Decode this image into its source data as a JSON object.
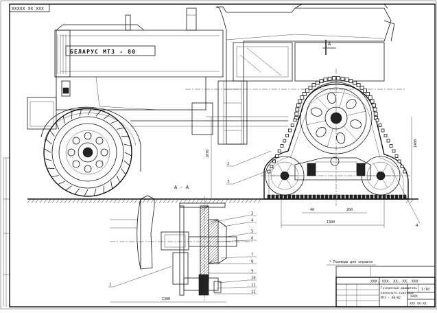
{
  "stamp_top": "ХХХХХ ХХ ХХХ",
  "brand_label": "БЕЛАРУС   МТЗ - 80",
  "section_marker_top": "А",
  "section_title": "А - А",
  "note_text": "* Размеры для справок",
  "callouts_main": [
    "2",
    "3"
  ],
  "callouts_right": "4",
  "callouts_section": [
    "3",
    "4",
    "5",
    "6",
    "7",
    "8",
    "9",
    "10",
    "11",
    "12",
    "1"
  ],
  "dims": {
    "track_len": "1300",
    "sub_a": "40",
    "sub_b": "260",
    "height_left": "1070",
    "height_right": "1400",
    "section_width": "1300"
  },
  "title_block": {
    "code": "ХХХ. ХХХ. ХХ. ХХ. ХХХ",
    "lines": [
      "Гусеничный движитель",
      "колесного трактора",
      "МТЗ - 80/82"
    ],
    "sheet": "1:10",
    "dept": "ХХХХ",
    "org": "ХХХ ХХ-ХХ"
  }
}
